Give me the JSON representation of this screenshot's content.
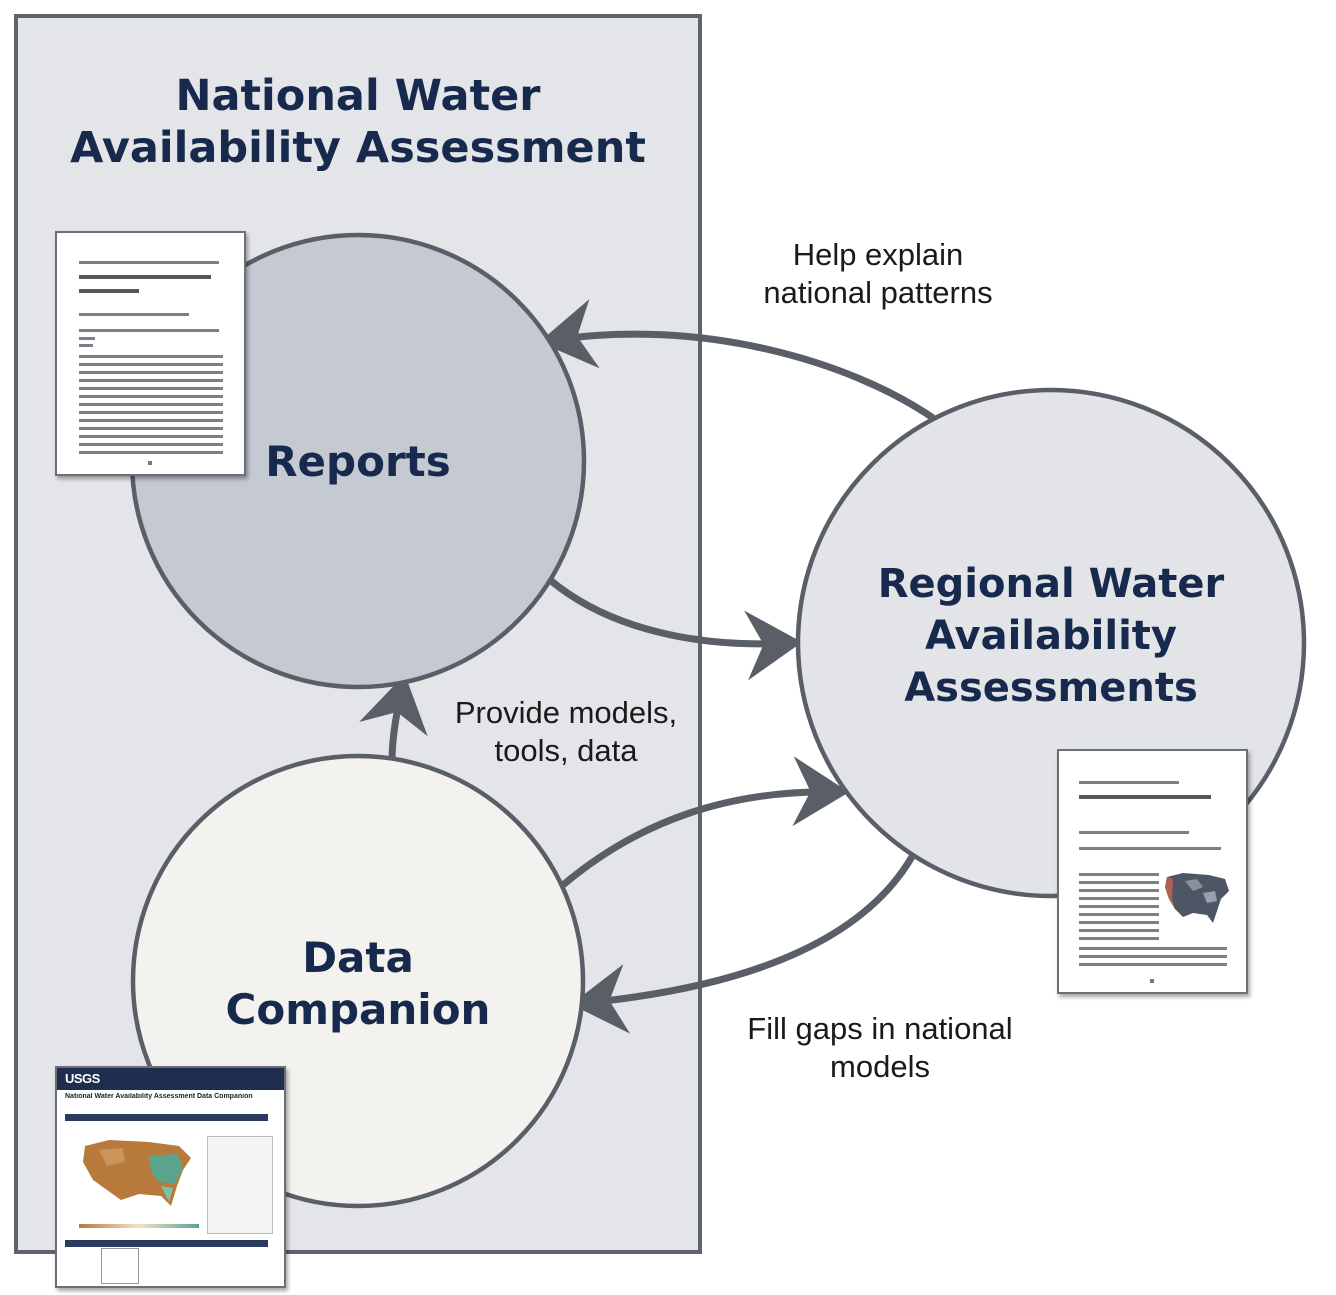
{
  "container": {
    "title_line1": "National Water",
    "title_line2": "Availability Assessment"
  },
  "nodes": {
    "reports": {
      "label": "Reports"
    },
    "regional": {
      "label_line1": "Regional Water",
      "label_line2": "Availability",
      "label_line3": "Assessments"
    },
    "data_companion": {
      "label_line1": "Data",
      "label_line2": "Companion"
    }
  },
  "edges": {
    "help_explain": {
      "line1": "Help explain",
      "line2": "national patterns"
    },
    "provide_models": {
      "line1": "Provide models,",
      "line2": "tools, data"
    },
    "fill_gaps": {
      "line1": "Fill gaps in national",
      "line2": "models"
    }
  },
  "thumbnails": {
    "data_companion_page": {
      "agency": "USGS",
      "heading": "National Water Availability Assessment Data Companion"
    }
  },
  "colors": {
    "container_fill": "#e4e5e8",
    "container_border": "#5f636b",
    "reports_fill": "#c5c9d2",
    "regional_fill": "#e3e4e7",
    "data_companion_fill": "#f3f2ee",
    "circle_stroke": "#5a5e67",
    "title_text": "#17294d",
    "usgs_header": "#1f2d4f"
  }
}
